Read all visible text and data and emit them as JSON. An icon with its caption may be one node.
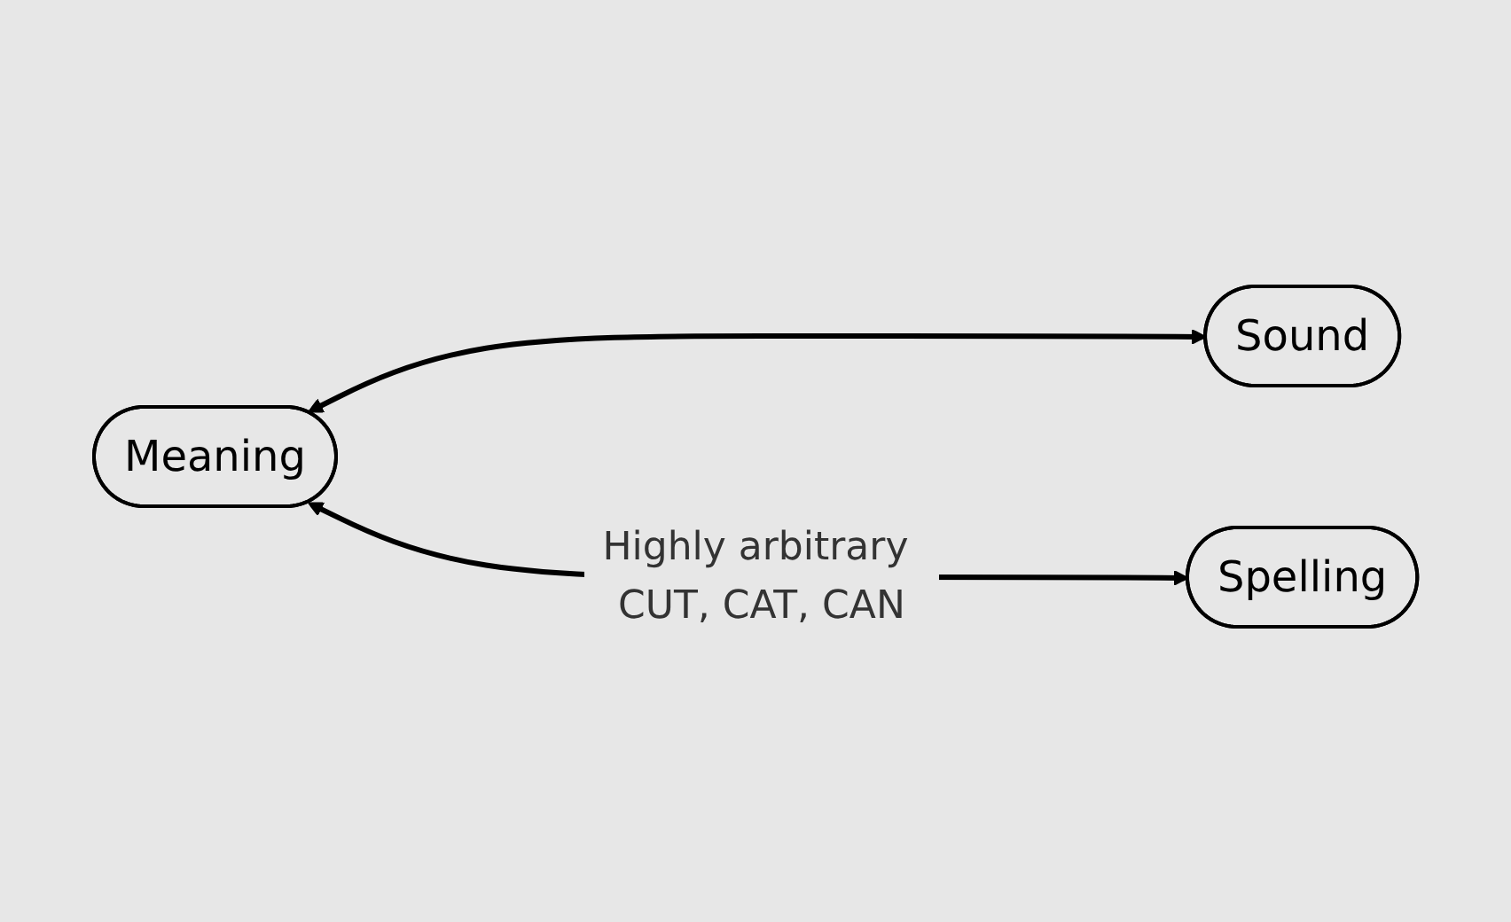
{
  "diagram": {
    "nodes": [
      {
        "text": [
          "Sound"
        ]
      },
      {
        "text": [
          "Meaning"
        ]
      },
      {
        "text": [
          "Spelling"
        ]
      }
    ],
    "edges": [
      {
        "from": 1,
        "to": 0,
        "arrow": "both"
      },
      {
        "from": 1,
        "to": 2,
        "arrow": "both",
        "label": "Highly arbitrary CUT, CAT, CAN"
      }
    ]
  }
}
